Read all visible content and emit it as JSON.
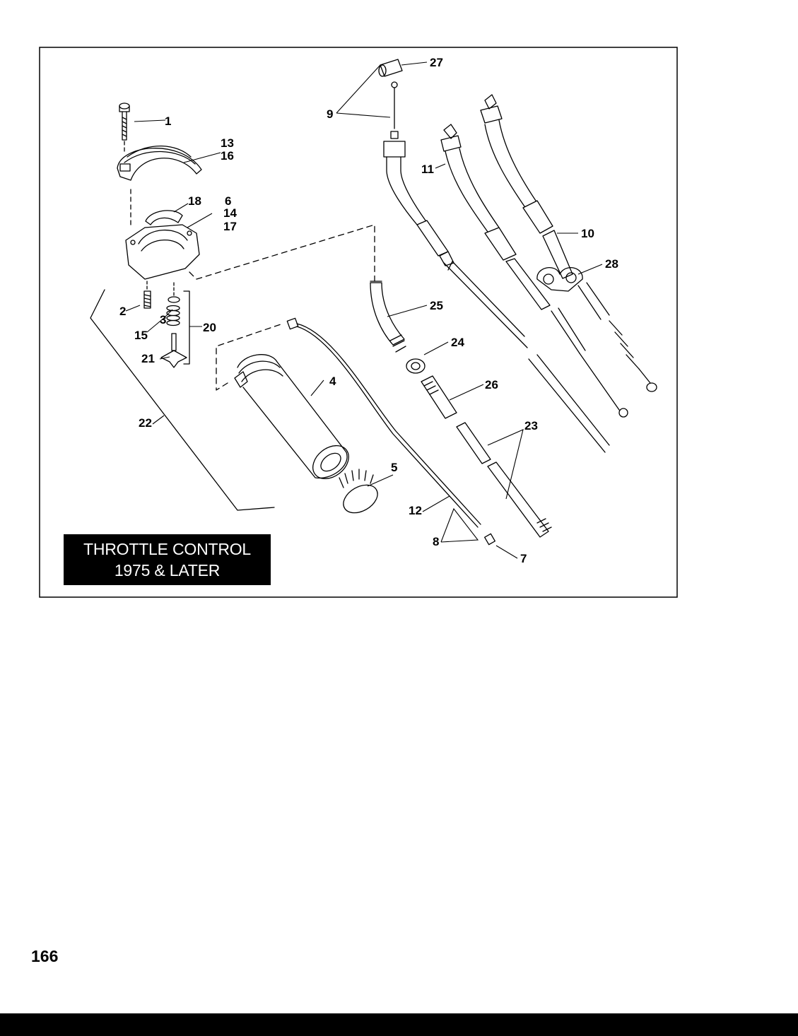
{
  "title": {
    "line1": "THROTTLE CONTROL",
    "line2": "1975 & LATER"
  },
  "page_number": "166",
  "callouts": {
    "c1": "1",
    "c2": "2",
    "c3": "3",
    "c4": "4",
    "c5": "5",
    "c6": "6",
    "c7": "7",
    "c8": "8",
    "c9": "9",
    "c10": "10",
    "c11": "11",
    "c12": "12",
    "c13": "13",
    "c14": "14",
    "c15": "15",
    "c16": "16",
    "c17": "17",
    "c18": "18",
    "c20": "20",
    "c21": "21",
    "c22": "22",
    "c23": "23",
    "c24": "24",
    "c25": "25",
    "c26": "26",
    "c27": "27",
    "c28": "28"
  }
}
